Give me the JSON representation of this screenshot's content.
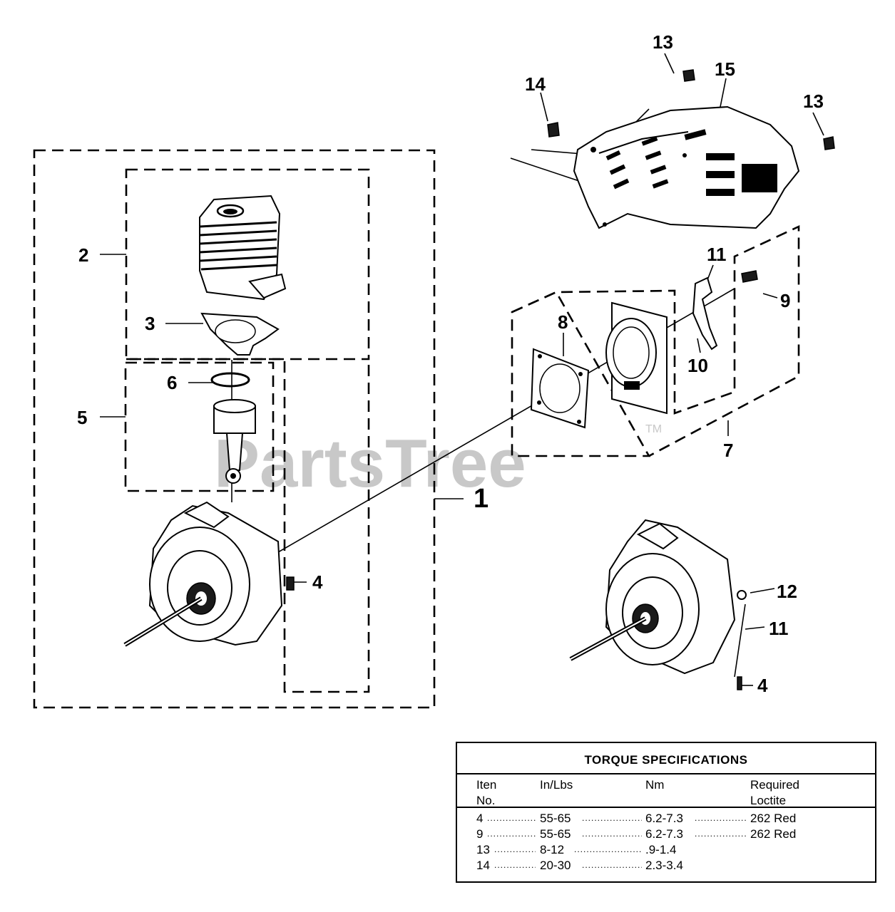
{
  "callouts": {
    "c1": "1",
    "c2": "2",
    "c3": "3",
    "c4a": "4",
    "c4b": "4",
    "c5": "5",
    "c6": "6",
    "c7": "7",
    "c8": "8",
    "c9": "9",
    "c10": "10",
    "c11a": "11",
    "c11b": "11",
    "c12": "12",
    "c13a": "13",
    "c13b": "13",
    "c14": "14",
    "c15": "15"
  },
  "watermark": {
    "text": "PartsTree",
    "tm": "TM"
  },
  "torque_table": {
    "title": "TORQUE SPECIFICATIONS",
    "headers": {
      "item": "Iten",
      "item2": "No.",
      "inlbs": "In/Lbs",
      "nm": "Nm",
      "loctite": "Required",
      "loctite2": "Loctite"
    },
    "rows": [
      {
        "item": "4",
        "inlbs": "55-65",
        "nm": "6.2-7.3",
        "loctite": "262 Red"
      },
      {
        "item": "9",
        "inlbs": "55-65",
        "nm": "6.2-7.3",
        "loctite": "262 Red"
      },
      {
        "item": "13",
        "inlbs": "8-12",
        "nm": ".9-1.4",
        "loctite": ""
      },
      {
        "item": "14",
        "inlbs": "20-30",
        "nm": "2.3-3.4",
        "loctite": ""
      }
    ]
  }
}
